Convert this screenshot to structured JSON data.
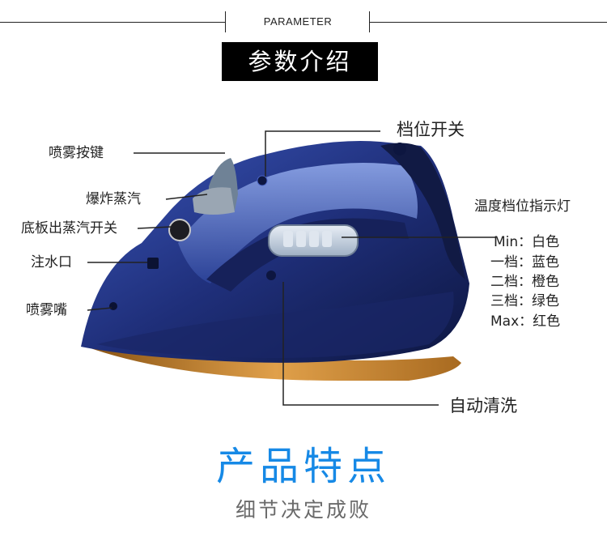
{
  "header": {
    "label": "PARAMETER",
    "title": "参数介绍"
  },
  "callouts": {
    "spray_button": "喷雾按键",
    "burst_steam": "爆炸蒸汽",
    "base_steam_switch": "底板出蒸汽开关",
    "water_inlet": "注水口",
    "spray_nozzle": "喷雾嘴",
    "gear_switch": "档位开关",
    "self_clean": "自动清洗",
    "temp_indicator": "温度档位指示灯"
  },
  "temp_levels": [
    {
      "label": "Min：白色"
    },
    {
      "label": "一档：蓝色"
    },
    {
      "label": "二档：橙色"
    },
    {
      "label": "三档：绿色"
    },
    {
      "label": "Max：红色"
    }
  ],
  "footer": {
    "title": "产品特点",
    "subtitle": "细节决定成败"
  },
  "colors": {
    "accent": "#1689e6",
    "iron_body": "#1f2f7a",
    "soleplate": "#c8862a"
  }
}
